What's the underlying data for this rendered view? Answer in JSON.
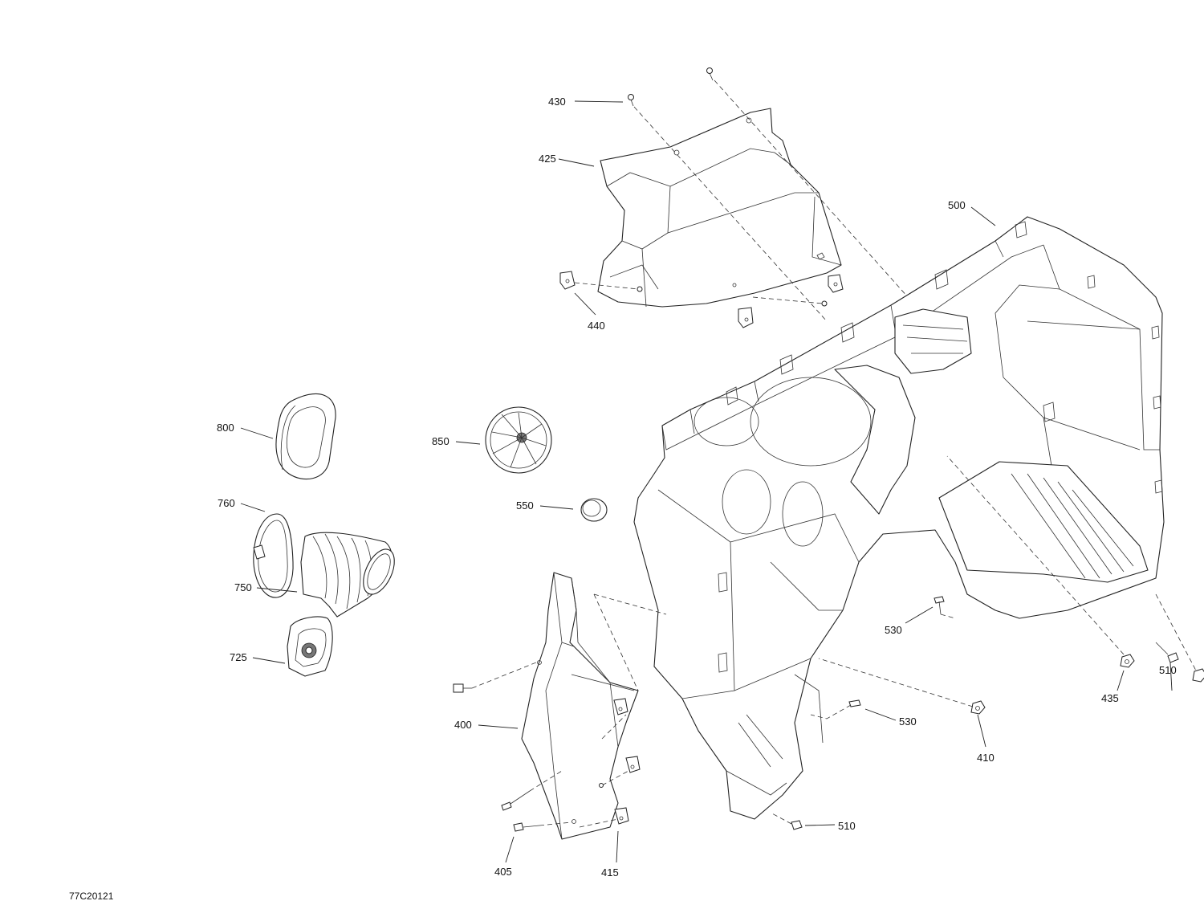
{
  "diagram": {
    "code": "77C20121",
    "callouts": [
      {
        "id": "c430",
        "text": "430"
      },
      {
        "id": "c425",
        "text": "425"
      },
      {
        "id": "c440",
        "text": "440"
      },
      {
        "id": "c500",
        "text": "500"
      },
      {
        "id": "c800",
        "text": "800"
      },
      {
        "id": "c850",
        "text": "850"
      },
      {
        "id": "c550",
        "text": "550"
      },
      {
        "id": "c760",
        "text": "760"
      },
      {
        "id": "c750",
        "text": "750"
      },
      {
        "id": "c725",
        "text": "725"
      },
      {
        "id": "c530a",
        "text": "530"
      },
      {
        "id": "c510a",
        "text": "510"
      },
      {
        "id": "c435",
        "text": "435"
      },
      {
        "id": "c530b",
        "text": "530"
      },
      {
        "id": "c410",
        "text": "410"
      },
      {
        "id": "c400",
        "text": "400"
      },
      {
        "id": "c510b",
        "text": "510"
      },
      {
        "id": "c405",
        "text": "405"
      },
      {
        "id": "c415",
        "text": "415"
      }
    ]
  }
}
